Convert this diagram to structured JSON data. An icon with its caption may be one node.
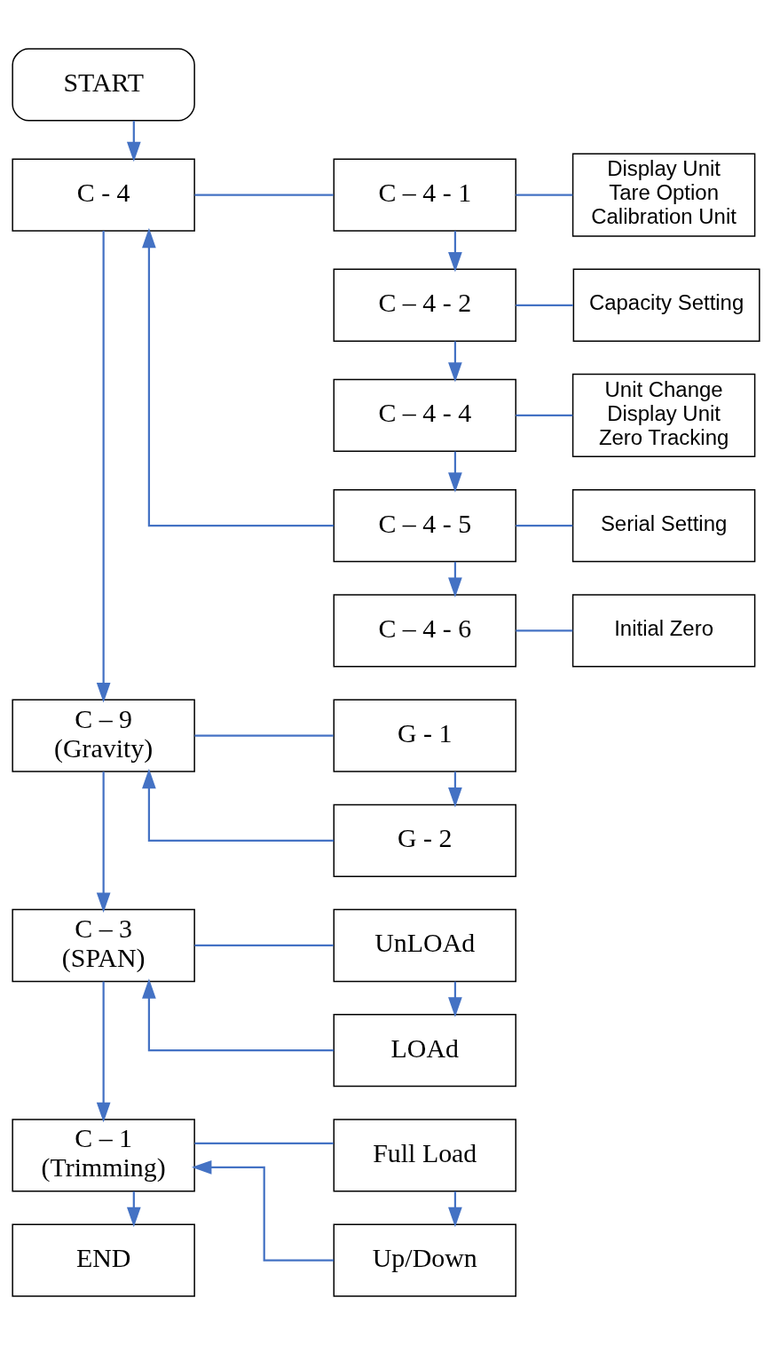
{
  "diagram": {
    "nodes": [
      {
        "text": [
          "START"
        ]
      },
      {
        "text": [
          "C - 4"
        ]
      },
      {
        "text": [
          "C – 4 - 1"
        ]
      },
      {
        "text": [
          "Display Unit",
          "Tare Option",
          "Calibration Unit"
        ]
      },
      {
        "text": [
          "C – 4 - 2"
        ]
      },
      {
        "text": [
          "Capacity Setting"
        ]
      },
      {
        "text": [
          "C – 4 - 4"
        ]
      },
      {
        "text": [
          "Unit Change",
          "Display Unit",
          "Zero Tracking"
        ]
      },
      {
        "text": [
          "C – 4 - 5"
        ]
      },
      {
        "text": [
          "Serial Setting"
        ]
      },
      {
        "text": [
          "C – 4 - 6"
        ]
      },
      {
        "text": [
          "Initial Zero"
        ]
      },
      {
        "text": [
          "C – 9",
          "(Gravity)"
        ]
      },
      {
        "text": [
          "G - 1"
        ]
      },
      {
        "text": [
          "G - 2"
        ]
      },
      {
        "text": [
          "C – 3",
          "(SPAN)"
        ]
      },
      {
        "text": [
          "UnLOAd"
        ]
      },
      {
        "text": [
          "LOAd"
        ]
      },
      {
        "text": [
          "C – 1",
          "(Trimming)"
        ]
      },
      {
        "text": [
          "Full Load"
        ]
      },
      {
        "text": [
          "Up/Down"
        ]
      },
      {
        "text": [
          "END"
        ]
      }
    ],
    "edges": [
      {
        "from": 0,
        "to": 1,
        "arrow": "to"
      },
      {
        "from": 1,
        "to": 2,
        "arrow": "none"
      },
      {
        "from": 2,
        "to": 3,
        "arrow": "none"
      },
      {
        "from": 2,
        "to": 4,
        "arrow": "to"
      },
      {
        "from": 4,
        "to": 5,
        "arrow": "none"
      },
      {
        "from": 4,
        "to": 6,
        "arrow": "to"
      },
      {
        "from": 6,
        "to": 7,
        "arrow": "none"
      },
      {
        "from": 6,
        "to": 8,
        "arrow": "to"
      },
      {
        "from": 8,
        "to": 9,
        "arrow": "none"
      },
      {
        "from": 8,
        "to": 10,
        "arrow": "to"
      },
      {
        "from": 10,
        "to": 11,
        "arrow": "none"
      },
      {
        "from": 8,
        "to": 1,
        "arrow": "to"
      },
      {
        "from": 1,
        "to": 12,
        "arrow": "to"
      },
      {
        "from": 12,
        "to": 13,
        "arrow": "none"
      },
      {
        "from": 13,
        "to": 14,
        "arrow": "to"
      },
      {
        "from": 14,
        "to": 12,
        "arrow": "to"
      },
      {
        "from": 12,
        "to": 15,
        "arrow": "to"
      },
      {
        "from": 15,
        "to": 16,
        "arrow": "none"
      },
      {
        "from": 16,
        "to": 17,
        "arrow": "to"
      },
      {
        "from": 17,
        "to": 15,
        "arrow": "to"
      },
      {
        "from": 15,
        "to": 18,
        "arrow": "to"
      },
      {
        "from": 18,
        "to": 19,
        "arrow": "none"
      },
      {
        "from": 19,
        "to": 20,
        "arrow": "to"
      },
      {
        "from": 20,
        "to": 18,
        "arrow": "to"
      },
      {
        "from": 18,
        "to": 21,
        "arrow": "to"
      }
    ]
  }
}
